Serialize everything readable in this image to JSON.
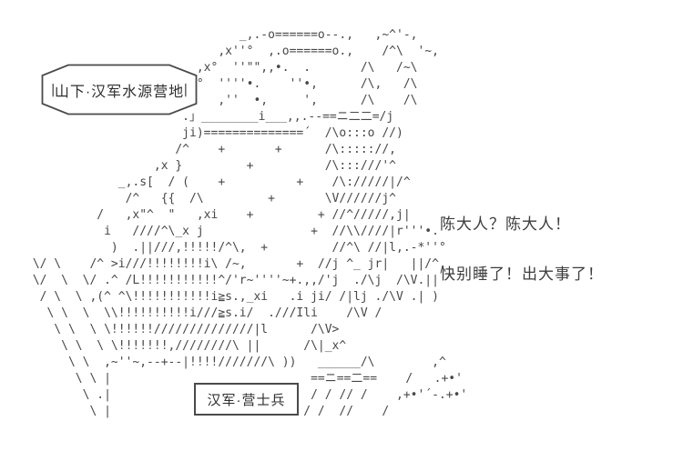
{
  "scene": {
    "location_label": "山下·汉军水源营地",
    "character_label": "汉军·营士兵",
    "dialogue": {
      "line1": "陈大人？陈大人！",
      "line2": "快别睡了！出大事了！"
    },
    "label_side_bar": "|"
  },
  "colors": {
    "ink": "#484848",
    "label_ink": "#2e2e2e",
    "border": "#4a4a4a",
    "background": "#ffffff"
  },
  "ascii_art": {
    "lines": [
      "                              _,.-o======o--.,   ,~^'-,",
      "                           ,x''°  ,.o======o.,    /^\\  '~,",
      "                        ,x°  ''\"\",,•.  .       /\\   /~\\",
      "                       /°  ''''•.    ''•,      /\\,   /\\",
      "                      ,'   ,''  •,     ',      /\\    /\\",
      "                      .」________i___,,.--==ニ二二=/j",
      "                      ji)==============´  /\\o:::o //)",
      "                     /^    +       +      /\\::::://,",
      "                  ,x }         +          /\\:::///'^",
      "             _,.s[  / (    +          +    /\\://///|/^",
      "              /^   {{  /\\         +       \\V//////j^",
      "          /   ,x\"^  \"   ,xi    +         + //^/////,j|",
      "           i   ////^\\_x j               +  //\\\\////|r'''•.",
      "            )  .||///,!!!!!/^\\,  +         //^\\ //|l,.-*''°",
      " \\/ \\    /^ >i///!!!!!!!!i\\ /~,       +  //j ^_ jr|   ||/^,",
      " \\/  \\  \\/ .^ /L!!!!!!!!!!!^/'r~''''~+.,,/'j  ./\\j  /\\V.|| ^",
      "  / \\  \\ ,(^ ^\\!!!!!!!!!!!i≧s.,_xi   .i ji/ /|lj ./\\V .| )",
      "   \\ \\  \\  \\\\!!!!!!!!!!i///≧s.i/  .///Ili    /\\V /",
      "    \\ \\  \\ \\!!!!!!//////////////|l      /\\V>",
      "     \\ \\  \\ \\!!!!!!!,////////\\ ||      /\\|_x^",
      "      \\ \\  ,~''~,--+--|!!!!///////\\ ))   ______/\\        ,^",
      "       \\ \\ |                            ==ニ==二==    /   .+•'",
      "        \\ .|                            / / // /    ,+•'´-.+•'",
      "         \\ |                           / /  //    /"
    ]
  }
}
